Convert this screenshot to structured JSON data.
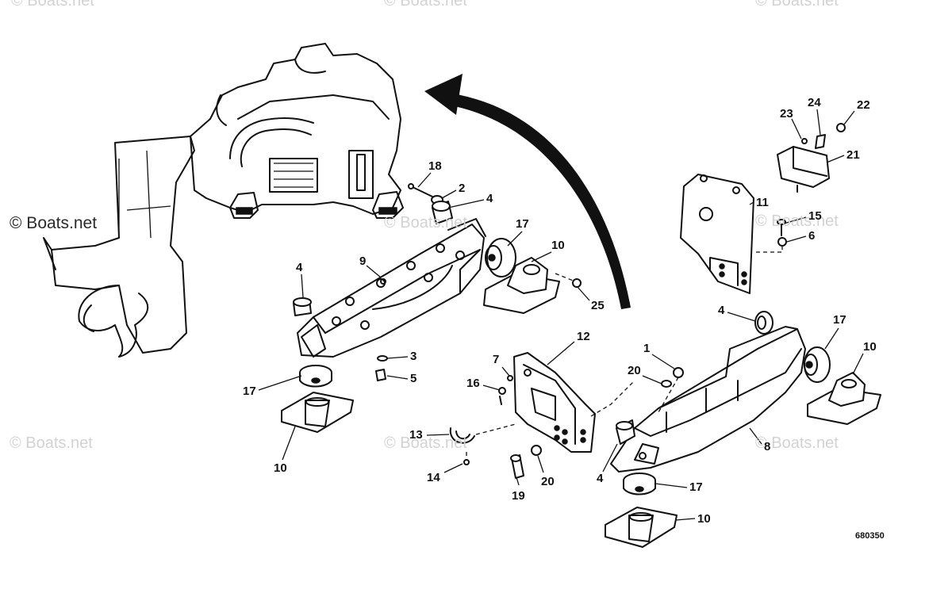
{
  "watermarks": {
    "top_left": "© Boats.net",
    "top_center": "© Boats.net",
    "top_right": "© Boats.net",
    "left_dark": "© Boats.net",
    "mid_center": "© Boats.net",
    "mid_right": "© Boats.net",
    "lower_left": "© Boats.net",
    "lower_center": "© Boats.net",
    "lower_right": "© Boats.net"
  },
  "callouts": {
    "c18": "18",
    "c2": "2",
    "c4a": "4",
    "c17a": "17",
    "c10a": "10",
    "c9": "9",
    "c4b": "4",
    "c25": "25",
    "c3": "3",
    "c5": "5",
    "c17b": "17",
    "c10b": "10",
    "c23": "23",
    "c24": "24",
    "c22": "22",
    "c21": "21",
    "c11": "11",
    "c15": "15",
    "c6": "6",
    "c4c": "4",
    "c17c": "17",
    "c10c": "10",
    "c1": "1",
    "c20a": "20",
    "c12": "12",
    "c7": "7",
    "c16": "16",
    "c13": "13",
    "c14": "14",
    "c19": "19",
    "c20b": "20",
    "c4d": "4",
    "c8": "8",
    "c17d": "17",
    "c10d": "10"
  },
  "figure_number": "680350"
}
